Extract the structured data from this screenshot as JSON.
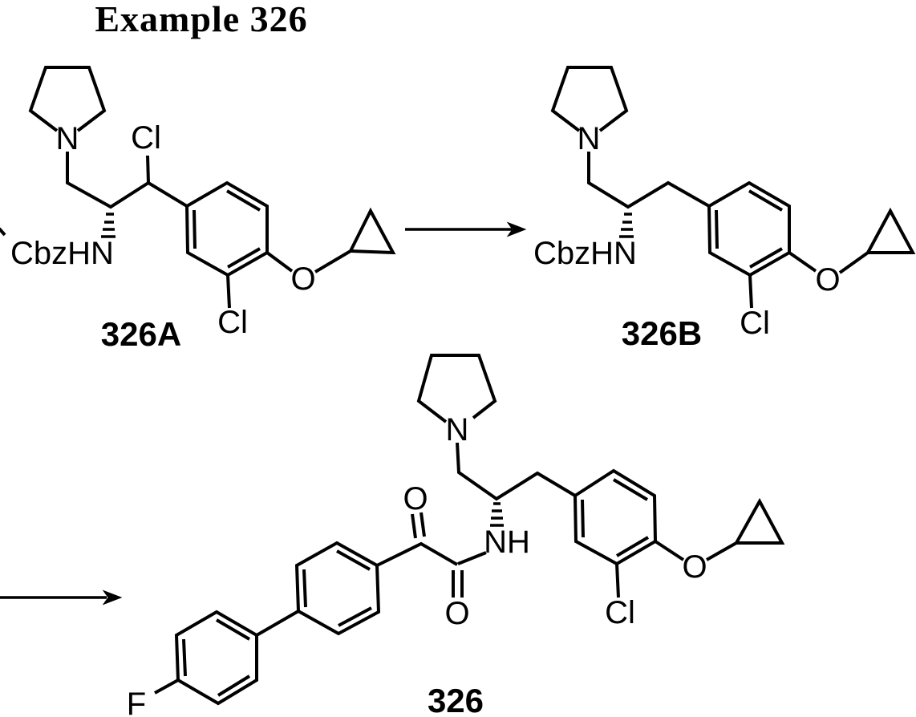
{
  "title": "Example 326",
  "colors": {
    "ink": "#000000",
    "background": "#ffffff"
  },
  "compounds": [
    {
      "label": "326A",
      "atoms": {
        "pyrrolidine_n": "N",
        "benzylic_chloro": "Cl",
        "carbamate": "CbzHN",
        "aryl_chloro": "Cl",
        "ether_oxygen": "O"
      }
    },
    {
      "label": "326B",
      "atoms": {
        "pyrrolidine_n": "N",
        "carbamate": "CbzHN",
        "aryl_chloro": "Cl",
        "ether_oxygen": "O"
      }
    },
    {
      "label": "326",
      "atoms": {
        "pyrrolidine_n": "N",
        "amide_nh": "NH",
        "ketone_oxygen": "O",
        "amide_oxygen": "O",
        "aryl_chloro": "Cl",
        "ether_oxygen": "O",
        "aryl_fluoro": "F"
      }
    }
  ]
}
